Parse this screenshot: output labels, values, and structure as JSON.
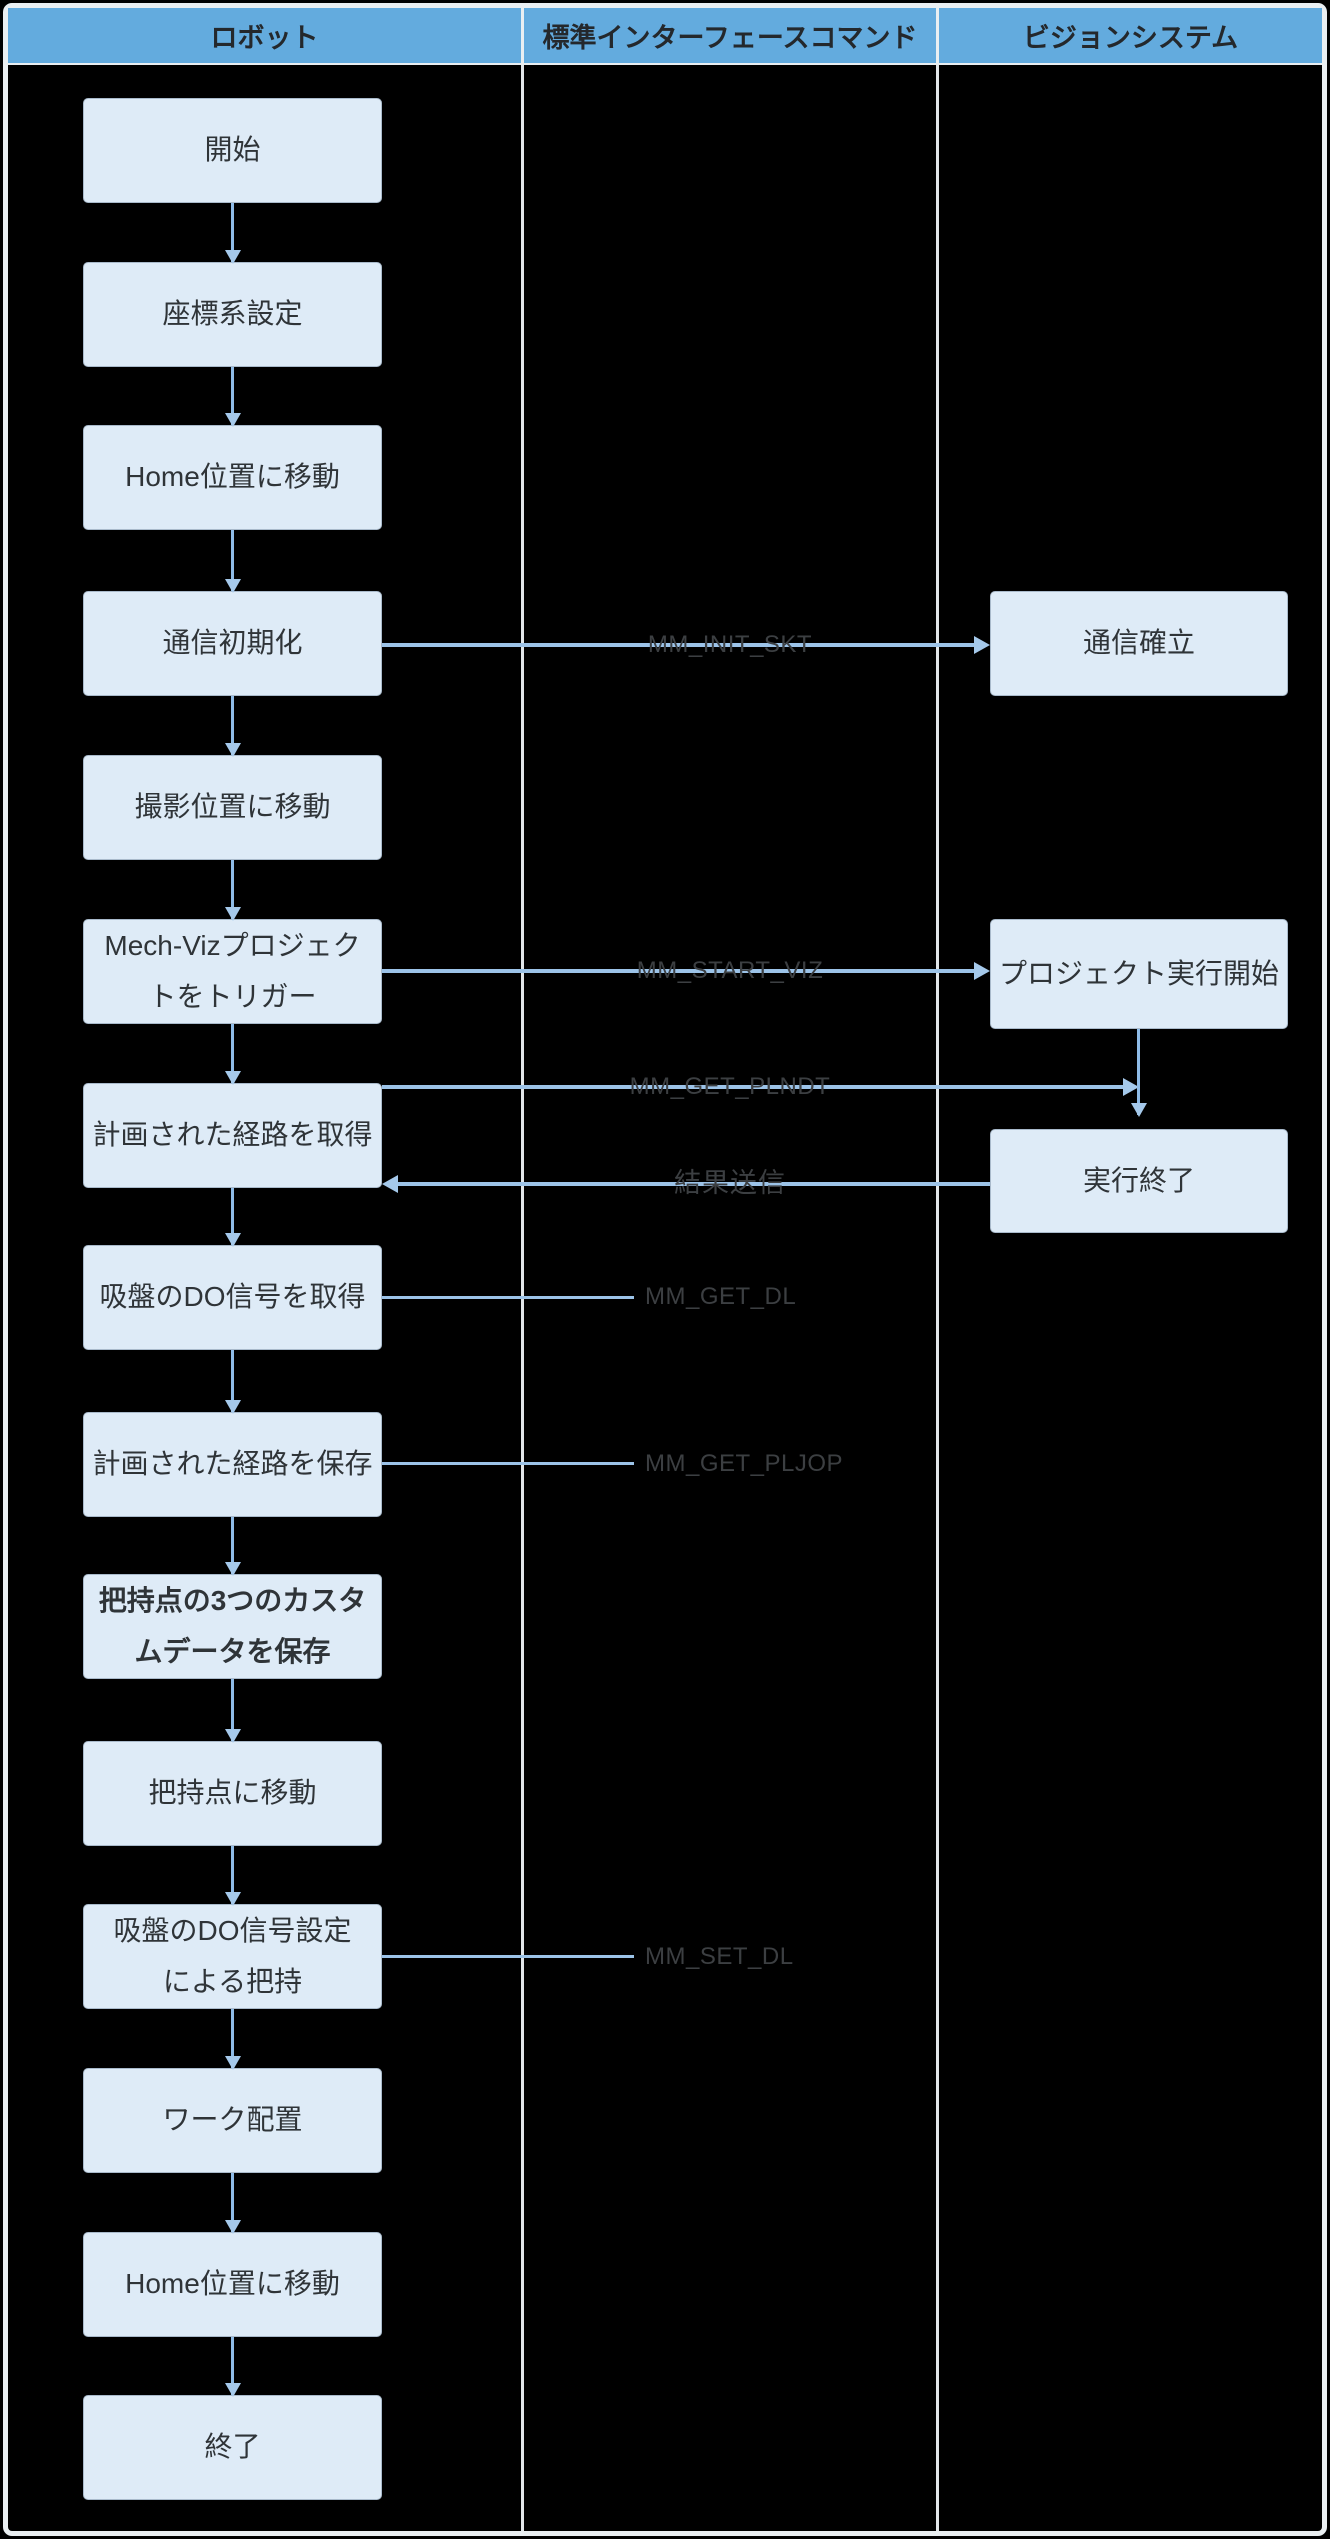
{
  "header": {
    "columns": [
      {
        "label": "ロボット"
      },
      {
        "label": "標準インターフェースコマンド"
      },
      {
        "label": "ビジョンシステム"
      }
    ]
  },
  "robot_lane": {
    "steps": [
      {
        "label": "開始"
      },
      {
        "label": "座標系設定"
      },
      {
        "label": "Home位置に移動"
      },
      {
        "label": "通信初期化"
      },
      {
        "label": "撮影位置に移動"
      },
      {
        "label": "Mech-Vizプロジェク\nトをトリガー"
      },
      {
        "label": "計画された経路を取得"
      },
      {
        "label": "吸盤のDO信号を取得"
      },
      {
        "label": "計画された経路を保存"
      },
      {
        "label": "把持点の3つのカスタ\nムデータを保存",
        "emphasis": true
      },
      {
        "label": "把持点に移動"
      },
      {
        "label": "吸盤のDO信号設定\nによる把持"
      },
      {
        "label": "ワーク配置"
      },
      {
        "label": "Home位置に移動"
      },
      {
        "label": "終了"
      }
    ]
  },
  "vision_lane": {
    "steps": [
      {
        "label": "通信確立"
      },
      {
        "label": "プロジェクト実行開始"
      },
      {
        "label": "実行終了"
      }
    ]
  },
  "commands": {
    "mm_init_skt": "MM_INIT_SKT",
    "mm_start_viz": "MM_START_VIZ",
    "mm_get_plndt": "MM_GET_PLNDT",
    "result_send": "結果送信",
    "mm_get_dl": "MM_GET_DL",
    "mm_get_pljop": "MM_GET_PLJOP",
    "mm_set_dl": "MM_SET_DL"
  },
  "colors": {
    "background": "#000000",
    "frame_border": "#EAEFF2",
    "header_fill": "#63ABDE",
    "header_text": "#24282C",
    "node_fill": "#DEEBF7",
    "node_border": "#A9BACB",
    "node_text": "#2F3438",
    "arrow_blue": "#9CC3E8",
    "command_text": "#3C3F42"
  }
}
